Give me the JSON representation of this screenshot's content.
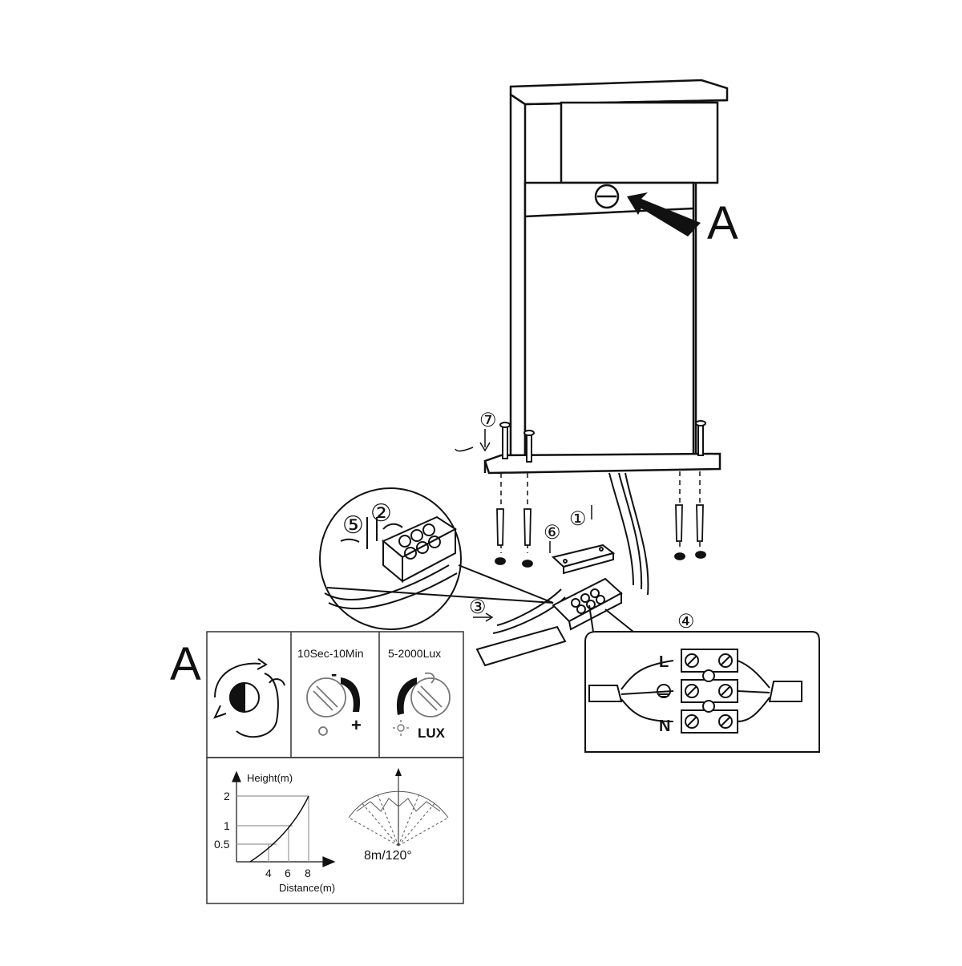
{
  "callouts": {
    "sensor_label": "A",
    "panel_label": "A"
  },
  "steps": [
    "①",
    "②",
    "③",
    "④",
    "⑤",
    "⑥",
    "⑦"
  ],
  "panel": {
    "time_label": "10Sec-10Min",
    "time_minus": "-",
    "time_plus": "+",
    "lux_label": "5-2000Lux",
    "lux_text": "LUX"
  },
  "terminal": {
    "live": "L",
    "neutral": "N"
  },
  "graph": {
    "ylabel": "Height(m)",
    "xlabel": "Distance(m)",
    "yticks": [
      "2",
      "1",
      "0.5"
    ],
    "xticks": [
      "4",
      "6",
      "8"
    ],
    "fan_label": "8m/120°"
  }
}
